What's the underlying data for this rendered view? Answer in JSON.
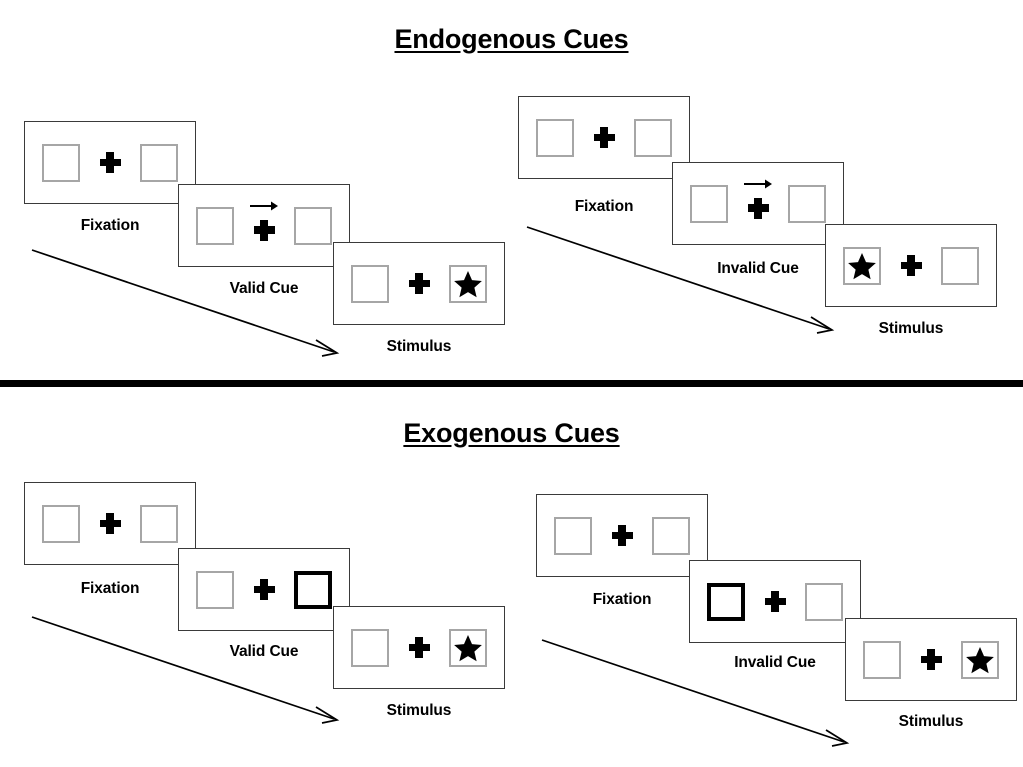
{
  "sections": [
    {
      "id": "endogenous",
      "title": "Endogenous Cues",
      "sequences": [
        {
          "id": "endogenous-valid",
          "validity": "valid",
          "panels": [
            {
              "name": "fixation",
              "caption": "Fixation",
              "cue_type": "none",
              "cue_side": "none",
              "target_side": "none"
            },
            {
              "name": "cue",
              "caption": "Valid Cue",
              "cue_type": "arrow",
              "cue_side": "right",
              "target_side": "none"
            },
            {
              "name": "stimulus",
              "caption": "Stimulus",
              "cue_type": "none",
              "cue_side": "none",
              "target_side": "right"
            }
          ]
        },
        {
          "id": "endogenous-invalid",
          "validity": "invalid",
          "panels": [
            {
              "name": "fixation",
              "caption": "Fixation",
              "cue_type": "none",
              "cue_side": "none",
              "target_side": "none"
            },
            {
              "name": "cue",
              "caption": "Invalid Cue",
              "cue_type": "arrow",
              "cue_side": "right",
              "target_side": "none"
            },
            {
              "name": "stimulus",
              "caption": "Stimulus",
              "cue_type": "none",
              "cue_side": "none",
              "target_side": "left"
            }
          ]
        }
      ]
    },
    {
      "id": "exogenous",
      "title": "Exogenous Cues",
      "sequences": [
        {
          "id": "exogenous-valid",
          "validity": "valid",
          "panels": [
            {
              "name": "fixation",
              "caption": "Fixation",
              "cue_type": "none",
              "cue_side": "none",
              "target_side": "none"
            },
            {
              "name": "cue",
              "caption": "Valid Cue",
              "cue_type": "box",
              "cue_side": "right",
              "target_side": "none"
            },
            {
              "name": "stimulus",
              "caption": "Stimulus",
              "cue_type": "none",
              "cue_side": "none",
              "target_side": "right"
            }
          ]
        },
        {
          "id": "exogenous-invalid",
          "validity": "invalid",
          "panels": [
            {
              "name": "fixation",
              "caption": "Fixation",
              "cue_type": "none",
              "cue_side": "none",
              "target_side": "none"
            },
            {
              "name": "cue",
              "caption": "Invalid Cue",
              "cue_type": "box",
              "cue_side": "left",
              "target_side": "none"
            },
            {
              "name": "stimulus",
              "caption": "Stimulus",
              "cue_type": "none",
              "cue_side": "none",
              "target_side": "right"
            }
          ]
        }
      ]
    }
  ],
  "icons": {
    "fixation_cross": "plus-icon",
    "target": "star-icon",
    "directional_cue": "arrow-right-icon",
    "time_flow": "time-arrow-icon"
  },
  "colors": {
    "box_border": "#a6a6a6",
    "cued_box_border": "#000000",
    "panel_border": "#3a3a3a",
    "ink": "#000000",
    "background": "#ffffff"
  }
}
